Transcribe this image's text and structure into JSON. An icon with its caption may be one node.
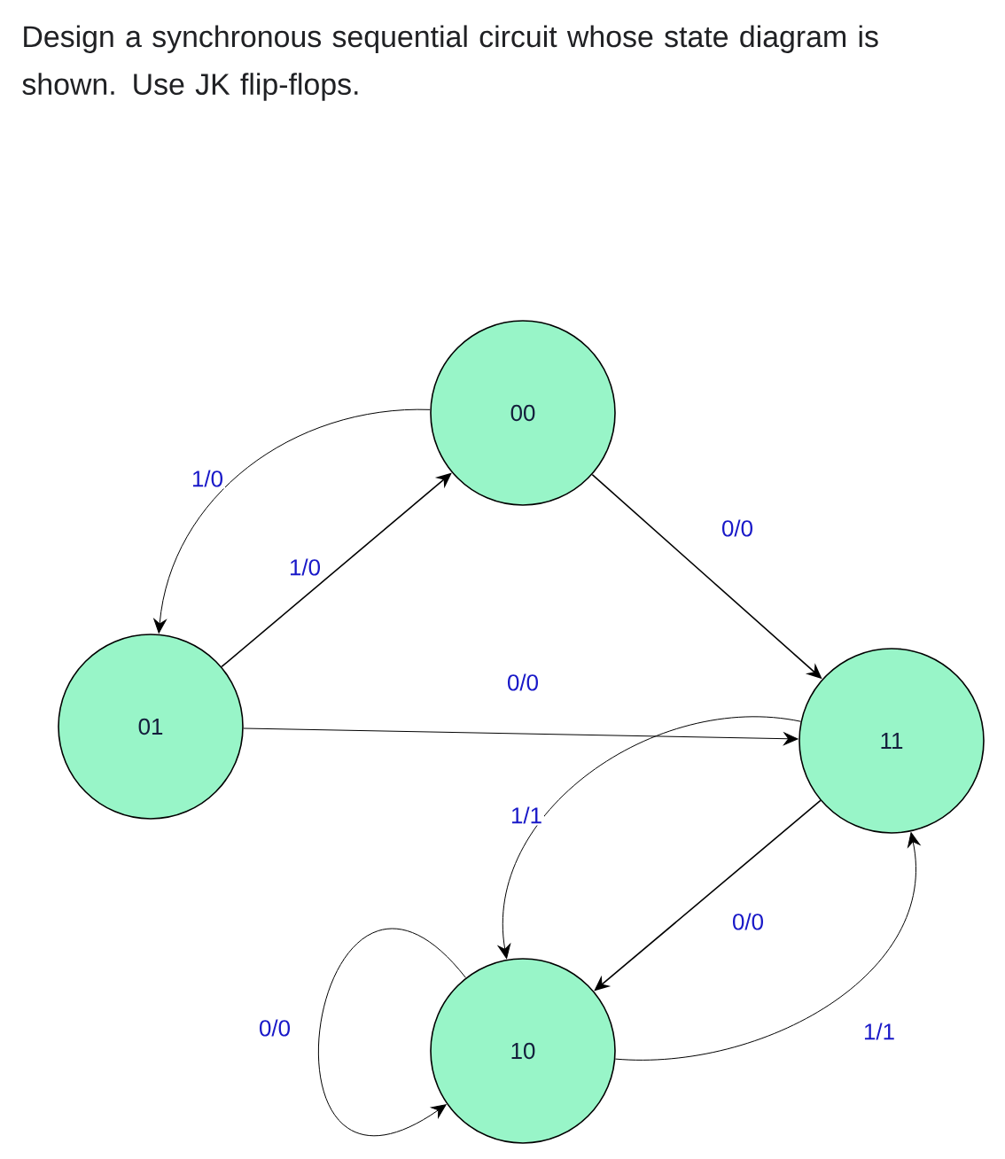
{
  "diagram": {
    "title": "Design a synchronous sequential circuit whose state diagram is shown. Use JK flip-flops.",
    "nodes": [
      {
        "text": [
          "00"
        ]
      },
      {
        "text": [
          "01"
        ]
      },
      {
        "text": [
          "11"
        ]
      },
      {
        "text": [
          "10"
        ]
      }
    ],
    "edges": [
      {
        "from": 0,
        "to": 1,
        "arrow": "to",
        "label": "1/0"
      },
      {
        "from": 1,
        "to": 0,
        "arrow": "to",
        "label": "1/0"
      },
      {
        "from": 0,
        "to": 2,
        "arrow": "to",
        "label": "0/0"
      },
      {
        "from": 1,
        "to": 2,
        "arrow": "to",
        "label": "0/0"
      },
      {
        "from": 2,
        "to": 3,
        "arrow": "to",
        "label": "1/1"
      },
      {
        "from": 2,
        "to": 3,
        "arrow": "to",
        "label": "0/0"
      },
      {
        "from": 3,
        "to": 3,
        "arrow": "to",
        "label": "0/0"
      },
      {
        "from": 3,
        "to": 2,
        "arrow": "to",
        "label": "1/1"
      }
    ]
  }
}
